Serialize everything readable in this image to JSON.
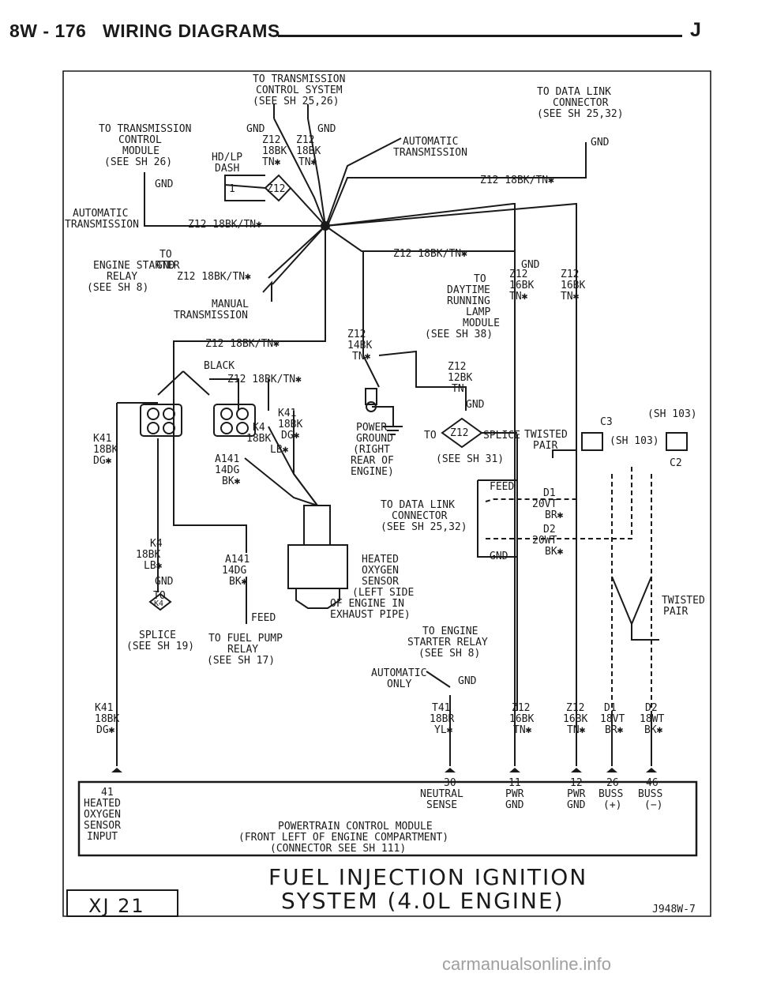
{
  "header": {
    "page": "8W - 176",
    "title": "WIRING DIAGRAMS",
    "mark": "J"
  },
  "labels": {
    "to_trans_ctrl_sys": [
      "TO TRANSMISSION",
      "CONTROL SYSTEM",
      "(SEE SH 25,26)"
    ],
    "to_data_link_top": [
      "TO DATA LINK",
      "CONNECTOR",
      "(SEE SH 25,32)"
    ],
    "to_trans_ctrl_module": [
      "TO TRANSMISSION",
      "CONTROL",
      "MODULE",
      "(SEE SH 26)"
    ],
    "gnd": "GND",
    "z12": "Z12",
    "bk18": "18BK",
    "tnx": "TN✱",
    "hdlp_dash": [
      "HD/LP",
      "DASH"
    ],
    "automatic_transmission": [
      "AUTOMATIC",
      "TRANSMISSION"
    ],
    "z12_18bk_tn": "Z12 18BK/TN✱",
    "splice_1": "1",
    "to_engine_starter": [
      "TO",
      "ENGINE STARTER",
      "RELAY",
      "(SEE SH 8)"
    ],
    "manual_transmission": [
      "MANUAL",
      "TRANSMISSION"
    ],
    "to_daytime": [
      "TO",
      "DAYTIME",
      "RUNNING",
      "LAMP",
      "MODULE",
      "(SEE SH 38)"
    ],
    "bk16": "16BK",
    "z12_14bk": [
      "Z12",
      "14BK",
      "TN✱"
    ],
    "z12_12bk": [
      "Z12",
      "12BK",
      "TN"
    ],
    "black": "BLACK",
    "k41_top": [
      "K41",
      "18BK",
      "DG✱"
    ],
    "k4_18bk": [
      "K4",
      "18BK",
      "LB✱"
    ],
    "a141_14dg": [
      "A141",
      "14DG",
      "BK✱"
    ],
    "k41_left": [
      "K41",
      "18BK",
      "DG✱"
    ],
    "power_ground": [
      "POWER",
      "GROUND",
      "(RIGHT",
      "REAR OF",
      "ENGINE)"
    ],
    "to": "TO",
    "splice": "SPLICE",
    "see_sh31": "(SEE SH 31)",
    "twisted_pair": [
      "TWISTED",
      "PAIR"
    ],
    "c3": "C3",
    "sh103": "(SH 103)",
    "c2": "C2",
    "feed": "FEED",
    "d1_20vt": [
      "D1",
      "20VT",
      "BR✱"
    ],
    "d2_20wt": [
      "D2",
      "20WT",
      "BK✱"
    ],
    "to_data_link_mid": [
      "TO DATA LINK",
      "CONNECTOR",
      "(SEE SH 25,32)"
    ],
    "k4_left": [
      "K4",
      "18BK",
      "LB✱"
    ],
    "k4": "K4",
    "splice_see_19": [
      "SPLICE",
      "(SEE SH 19)"
    ],
    "a141_mid": [
      "A141",
      "14DG",
      "BK✱"
    ],
    "to_fuel_pump": [
      "TO FUEL PUMP",
      "RELAY",
      "(SEE SH 17)"
    ],
    "heated_o2": [
      "HEATED",
      "OXYGEN",
      "SENSOR",
      "(LEFT SIDE",
      "OF ENGINE IN",
      "EXHAUST PIPE)"
    ],
    "twisted_pair_right": [
      "TWISTED",
      "PAIR"
    ],
    "to_engine_starter_relay": [
      "TO ENGINE",
      "STARTER RELAY",
      "(SEE SH 8)"
    ],
    "automatic_only": [
      "AUTOMATIC",
      "ONLY"
    ],
    "bottom_wires": [
      [
        "K41",
        "18BK",
        "DG✱"
      ],
      [
        "T41",
        "18BR",
        "YL✱"
      ],
      [
        "Z12",
        "16BK",
        "TN✱"
      ],
      [
        "Z12",
        "16BK",
        "TN✱"
      ],
      [
        "D1",
        "18VT",
        "BR✱"
      ],
      [
        "D2",
        "18WT",
        "BK✱"
      ]
    ],
    "pcm_pins": [
      [
        "41",
        "HEATED",
        "OXYGEN",
        "SENSOR",
        "INPUT"
      ],
      [
        "30",
        "NEUTRAL",
        "SENSE"
      ],
      [
        "11",
        "PWR",
        "GND"
      ],
      [
        "12",
        "PWR",
        "GND"
      ],
      [
        "26",
        "BUSS",
        "(+)"
      ],
      [
        "46",
        "BUSS",
        "(−)"
      ]
    ],
    "pcm": [
      "POWERTRAIN CONTROL MODULE",
      "(FRONT LEFT OF ENGINE COMPARTMENT)",
      "(CONNECTOR SEE SH 111)"
    ],
    "footer_title": [
      "FUEL INJECTION IGNITION",
      "SYSTEM (4.0L ENGINE)"
    ],
    "xj21": "XJ 21",
    "fig_id": "J948W-7"
  },
  "watermark": "carmanualsonline.info"
}
